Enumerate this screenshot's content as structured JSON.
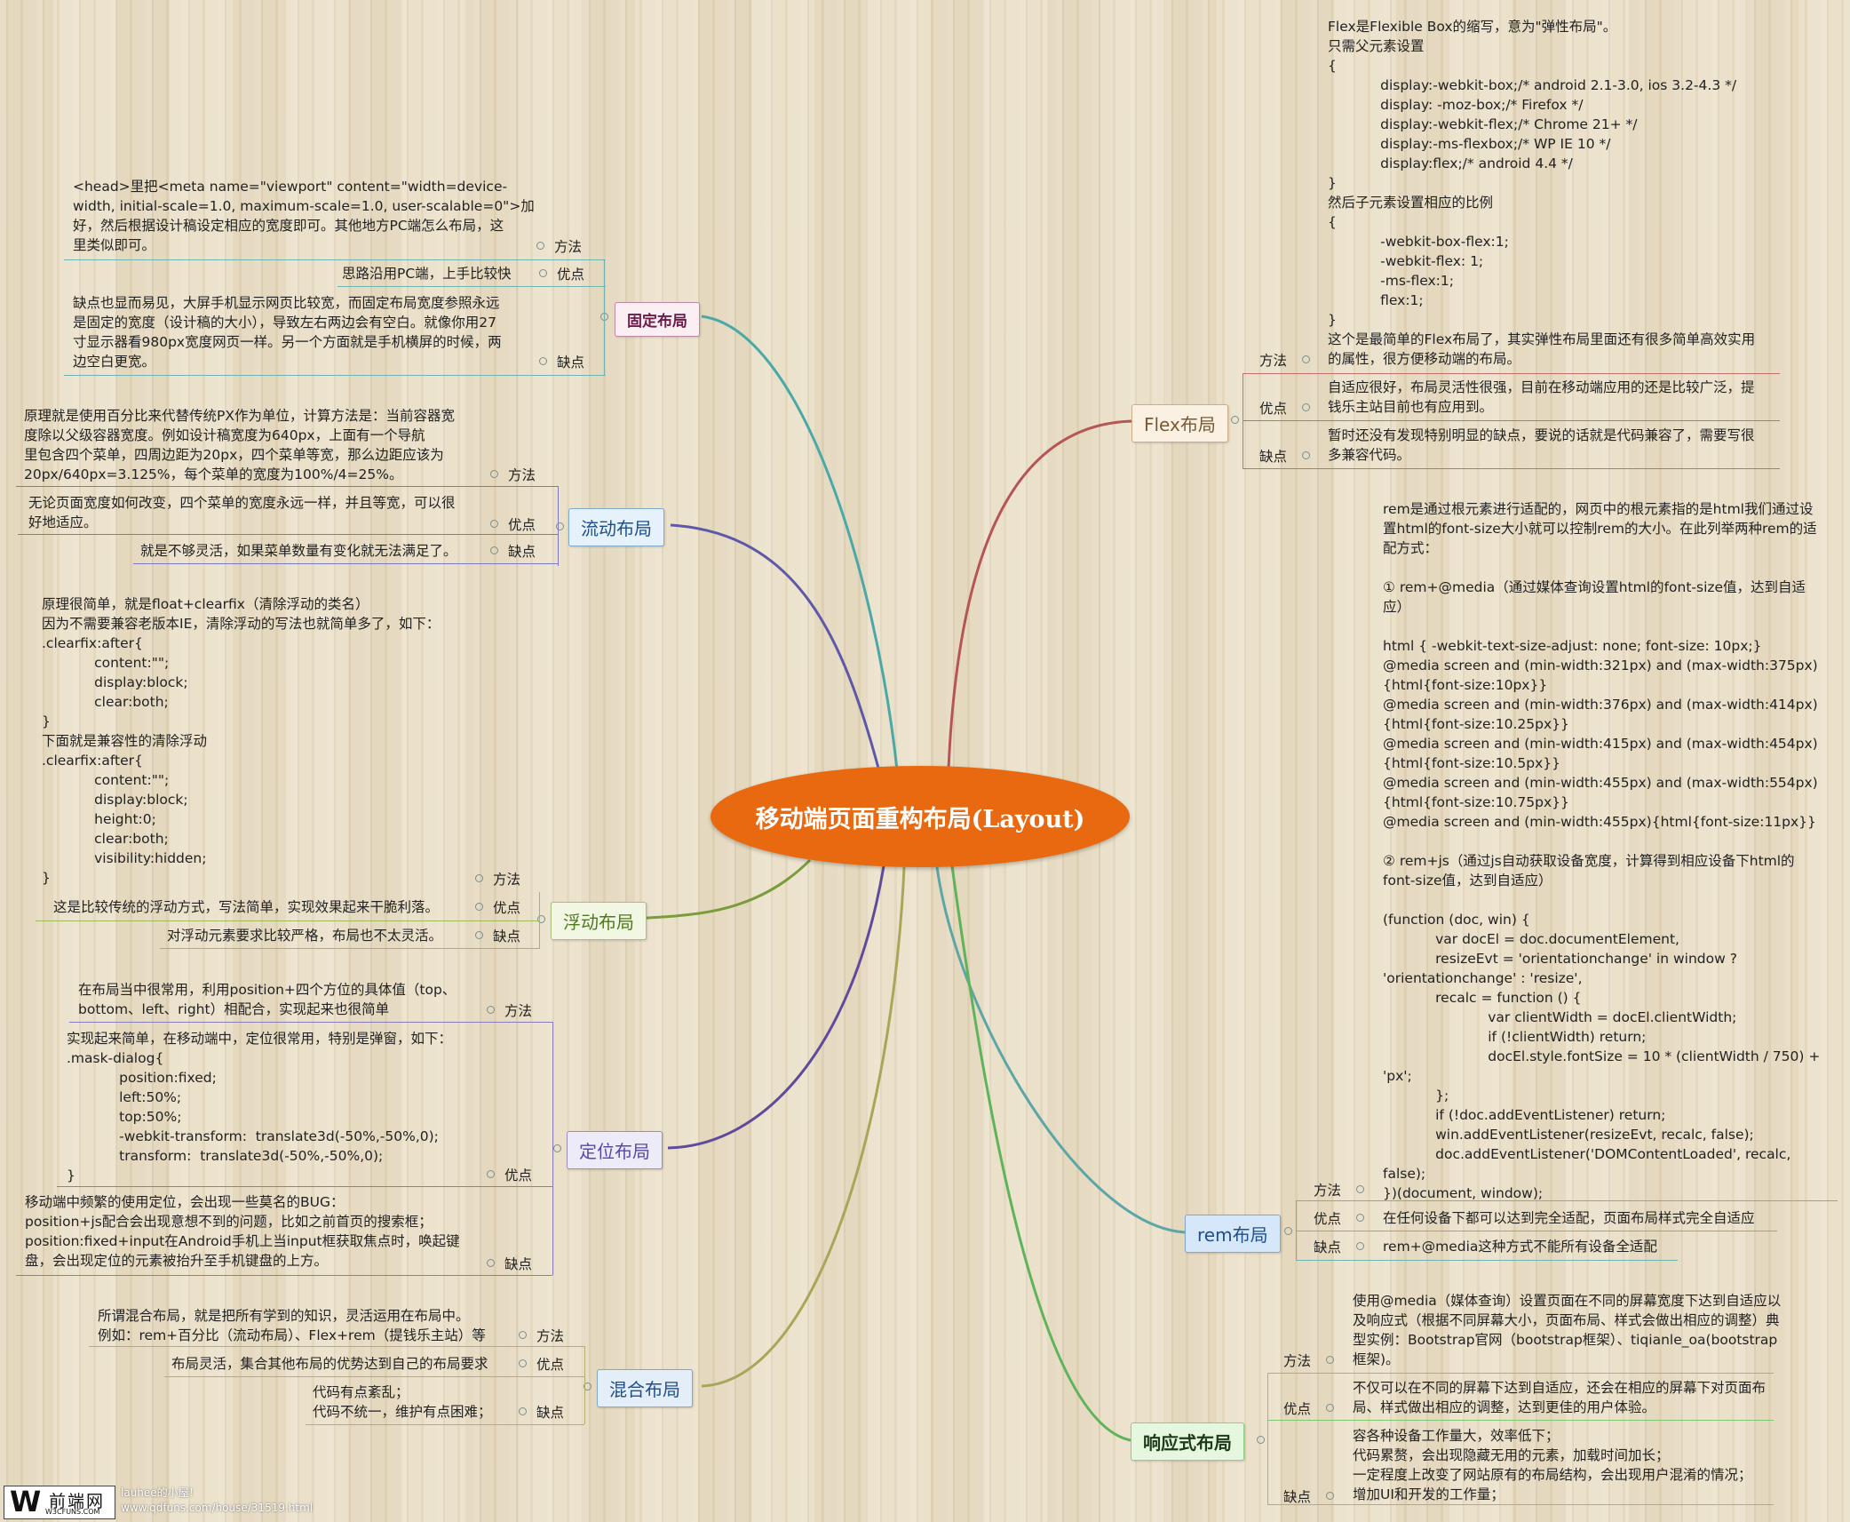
{
  "central_topic": "移动端页面重构布局(Layout)",
  "labels": {
    "method": "方法",
    "pro": "优点",
    "con": "缺点"
  },
  "branches": {
    "fixed": {
      "title": "固定布局",
      "method": "<head>里把<meta name=\"viewport\" content=\"width=device-\nwidth, initial-scale=1.0, maximum-scale=1.0, user-scalable=0\">加\n好，然后根据设计稿设定相应的宽度即可。其他地方PC端怎么布局，这\n里类似即可。",
      "pro": "思路沿用PC端，上手比较快",
      "con": "缺点也显而易见，大屏手机显示网页比较宽，而固定布局宽度参照永远\n是固定的宽度（设计稿的大小），导致左右两边会有空白。就像你用27\n寸显示器看980px宽度网页一样。另一个方面就是手机横屏的时候，两\n边空白更宽。"
    },
    "fluid": {
      "title": "流动布局",
      "method": "原理就是使用百分比来代替传统PX作为单位，计算方法是：当前容器宽\n度除以父级容器宽度。例如设计稿宽度为640px，上面有一个导航\n里包含四个菜单，四周边距为20px，四个菜单等宽，那么边距应该为\n20px/640px=3.125%，每个菜单的宽度为100%/4=25%。",
      "pro": "无论页面宽度如何改变，四个菜单的宽度永远一样，并且等宽，可以很\n好地适应。",
      "con": "就是不够灵活，如果菜单数量有变化就无法满足了。"
    },
    "float": {
      "title": "浮动布局",
      "method": "原理很简单，就是float+clearfix（清除浮动的类名）\n因为不需要兼容老版本IE，清除浮动的写法也就简单多了，如下：\n.clearfix:after{\n            content:\"\";\n            display:block;\n            clear:both;\n}\n下面就是兼容性的清除浮动\n.clearfix:after{\n            content:\"\";\n            display:block;\n            height:0;\n            clear:both;\n            visibility:hidden;\n}",
      "pro": "这是比较传统的浮动方式，写法简单，实现效果起来干脆利落。",
      "con": "对浮动元素要求比较严格，布局也不太灵活。"
    },
    "position": {
      "title": "定位布局",
      "method": "在布局当中很常用，利用position+四个方位的具体值（top、\nbottom、left、right）相配合，实现起来也很简单",
      "pro": "实现起来简单，在移动端中，定位很常用，特别是弹窗，如下：\n.mask-dialog{\n            position:fixed;\n            left:50%;\n            top:50%;\n            -webkit-transform:  translate3d(-50%,-50%,0);\n            transform:  translate3d(-50%,-50%,0);\n}",
      "con": "移动端中频繁的使用定位，会出现一些莫名的BUG：\nposition+js配合会出现意想不到的问题，比如之前首页的搜索框；\nposition:fixed+input在Android手机上当input框获取焦点时，唤起键\n盘，会出现定位的元素被抬升至手机键盘的上方。"
    },
    "mixed": {
      "title": "混合布局",
      "method": "所谓混合布局，就是把所有学到的知识，灵活运用在布局中。\n例如：rem+百分比（流动布局）、Flex+rem（提钱乐主站）等",
      "pro": "布局灵活，集合其他布局的优势达到自己的布局要求",
      "con": "代码有点紊乱；\n代码不统一，维护有点困难；"
    },
    "flex": {
      "title": "Flex布局",
      "method": "Flex是Flexible Box的缩写，意为\"弹性布局\"。\n只需父元素设置\n{\n            display:-webkit-box;/* android 2.1-3.0, ios 3.2-4.3 */\n            display: -moz-box;/* Firefox */\n            display:-webkit-flex;/* Chrome 21+ */\n            display:-ms-flexbox;/* WP IE 10 */\n            display:flex;/* android 4.4 */\n}\n然后子元素设置相应的比例\n{\n            -webkit-box-flex:1;\n            -webkit-flex: 1;\n            -ms-flex:1;\n            flex:1;\n}\n这个是最简单的Flex布局了，其实弹性布局里面还有很多简单高效实用\n的属性，很方便移动端的布局。",
      "pro": "自适应很好，布局灵活性很强，目前在移动端应用的还是比较广泛，提\n钱乐主站目前也有应用到。",
      "con": "暂时还没有发现特别明显的缺点，要说的话就是代码兼容了，需要写很\n多兼容代码。"
    },
    "rem": {
      "title": "rem布局",
      "method": "rem是通过根元素进行适配的，网页中的根元素指的是html我们通过设\n置html的font-size大小就可以控制rem的大小。在此列举两种rem的适\n配方式：\n\n① rem+@media（通过媒体查询设置html的font-size值，达到自适\n应）\n\nhtml { -webkit-text-size-adjust: none; font-size: 10px;}\n@media screen and (min-width:321px) and (max-width:375px)\n{html{font-size:10px}}\n@media screen and (min-width:376px) and (max-width:414px)\n{html{font-size:10.25px}}\n@media screen and (min-width:415px) and (max-width:454px)\n{html{font-size:10.5px}}\n@media screen and (min-width:455px) and (max-width:554px)\n{html{font-size:10.75px}}\n@media screen and (min-width:455px){html{font-size:11px}}\n\n② rem+js（通过js自动获取设备宽度，计算得到相应设备下html的\nfont-size值，达到自适应）\n\n(function (doc, win) {\n            var docEl = doc.documentElement,\n            resizeEvt = 'orientationchange' in window ?\n'orientationchange' : 'resize',\n            recalc = function () {\n                        var clientWidth = docEl.clientWidth;\n                        if (!clientWidth) return;\n                        docEl.style.fontSize = 10 * (clientWidth / 750) +\n'px';\n            };\n            if (!doc.addEventListener) return;\n            win.addEventListener(resizeEvt, recalc, false);\n            doc.addEventListener('DOMContentLoaded', recalc,\nfalse);\n})(document, window);",
      "pro": "在任何设备下都可以达到完全适配，页面布局样式完全自适应",
      "con": "rem+@media这种方式不能所有设备全适配"
    },
    "responsive": {
      "title": "响应式布局",
      "method": "使用@media（媒体查询）设置页面在不同的屏幕宽度下达到自适应以\n及响应式（根据不同屏幕大小，页面布局、样式会做出相应的调整）典\n型实例：Bootstrap官网（bootstrap框架）、tiqianle_oa(bootstrap\n框架)。",
      "pro": "不仅可以在不同的屏幕下达到自适应，还会在相应的屏幕下对页面布\n局、样式做出相应的调整，达到更佳的用户体验。",
      "con": "容各种设备工作量大，效率低下；\n代码累赘，会出现隐藏无用的元素，加载时间加长；\n一定程度上改变了网站原有的布局结构，会出现用户混淆的情况；\n增加UI和开发的工作量；"
    }
  },
  "colors": {
    "fixed": "#4aa9a6",
    "fluid": "#5d58a8",
    "float": "#7a9c3a",
    "position": "#5f4b9a",
    "mixed": "#a9a65a",
    "flex": "#b55555",
    "rem": "#5ca7a5",
    "responsive": "#5fb35a"
  },
  "watermark": {
    "logo_letter": "W",
    "logo_name": "前端网",
    "logo_url": "W3CFUNS.COM",
    "line1": "lauhee的小屋！",
    "line2": "www.qdfuns.com/house/31519.html"
  }
}
